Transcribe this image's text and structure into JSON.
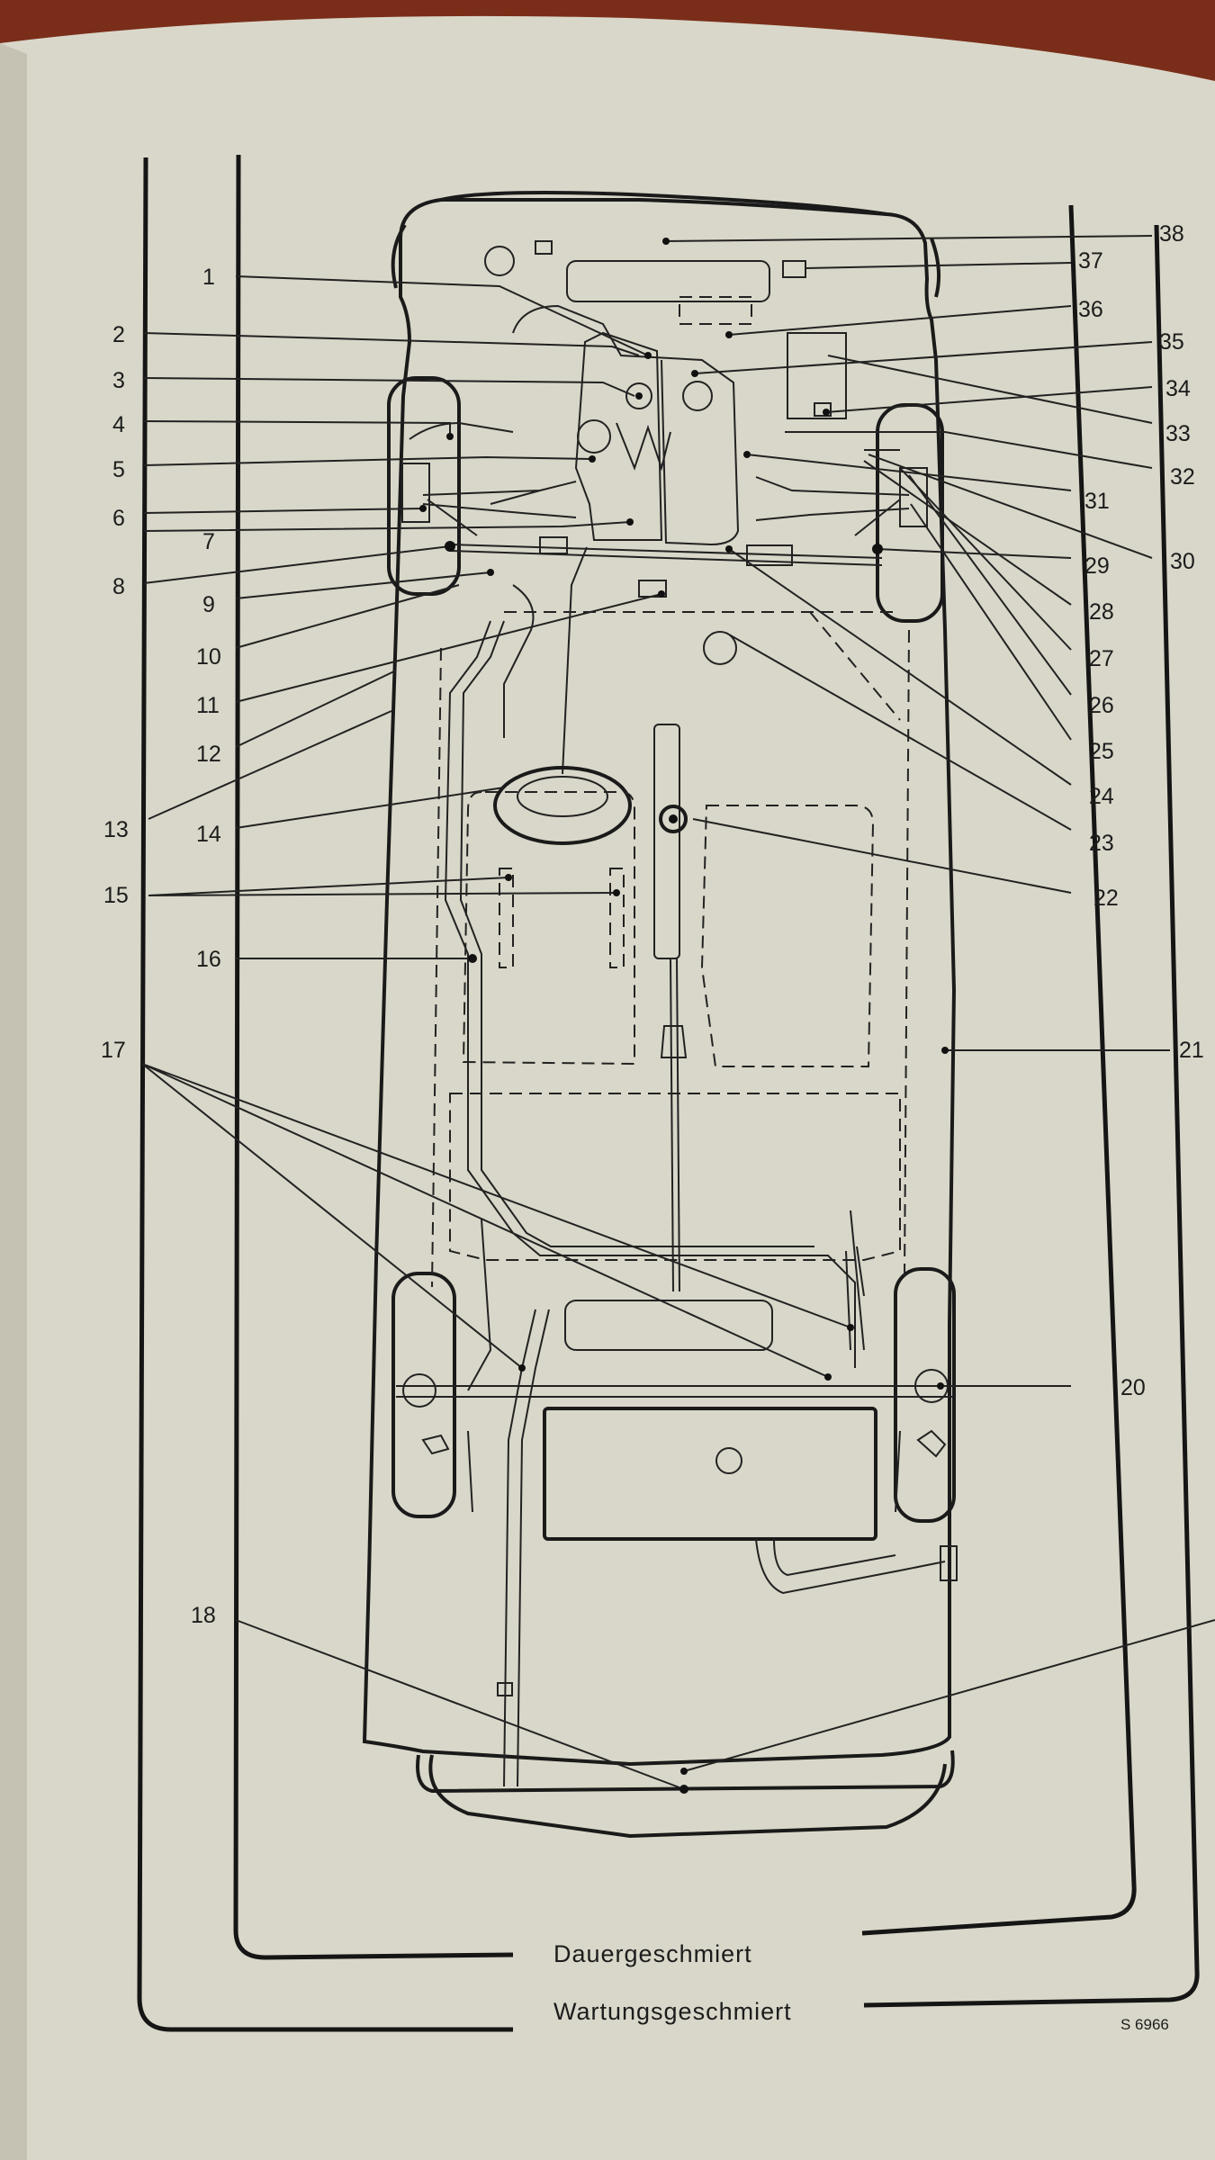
{
  "labels": {
    "left": [
      "1",
      "2",
      "3",
      "4",
      "5",
      "6",
      "7",
      "8",
      "9",
      "10",
      "11",
      "12",
      "13",
      "14",
      "15",
      "16",
      "17",
      "18"
    ],
    "right": [
      "38",
      "37",
      "36",
      "35",
      "34",
      "33",
      "32",
      "31",
      "30",
      "29",
      "28",
      "27",
      "26",
      "25",
      "24",
      "23",
      "22",
      "21",
      "20"
    ]
  },
  "captions": {
    "inner": "Dauergeschmiert",
    "outer": "Wartungsgeschmiert"
  },
  "figure_code": "S 6966",
  "colors": {
    "paper": "#d9d7c9",
    "ink": "#1a1a1a",
    "background": "#7a2e1a"
  }
}
